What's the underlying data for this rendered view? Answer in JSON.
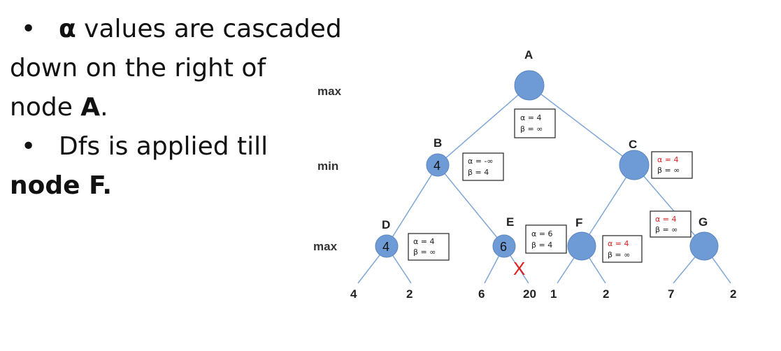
{
  "bullets": {
    "b1_alpha": "α",
    "b1_text": " values are cascaded",
    "b1_line2": "down on the right of",
    "b1_line3_pre": "node ",
    "b1_line3_bold": "A",
    "b1_line3_post": ".",
    "b2_text": "Dfs is applied till",
    "b2_line2": "node F."
  },
  "levels": {
    "top": "max",
    "mid": "min",
    "bot": "max"
  },
  "nodes": {
    "A": {
      "label": "A"
    },
    "B": {
      "label": "B",
      "value": "4"
    },
    "C": {
      "label": "C"
    },
    "D": {
      "label": "D",
      "value": "4"
    },
    "E": {
      "label": "E",
      "value": "6"
    },
    "F": {
      "label": "F"
    },
    "G": {
      "label": "G"
    }
  },
  "boxes": {
    "A": {
      "alpha": "α = 4",
      "beta": "β = ∞"
    },
    "B": {
      "alpha": "α = -∞",
      "beta": "β = 4"
    },
    "C": {
      "alpha": "α = 4",
      "beta": "β = ∞"
    },
    "D": {
      "alpha": "α = 4",
      "beta": "β = ∞"
    },
    "E": {
      "alpha": "α = 6",
      "beta": "β = 4"
    },
    "F": {
      "alpha": "α = 4",
      "beta": "β = ∞"
    },
    "G": {
      "alpha": "α = 4",
      "beta": "β = ∞"
    }
  },
  "leaves": [
    "4",
    "2",
    "6",
    "20",
    "1",
    "2",
    "7",
    "2"
  ],
  "prune_mark": "X",
  "colors": {
    "node": "#6e9bd6",
    "edge": "#7fa6d6",
    "alpha_red": "#dd2222",
    "prune": "#e02020"
  }
}
